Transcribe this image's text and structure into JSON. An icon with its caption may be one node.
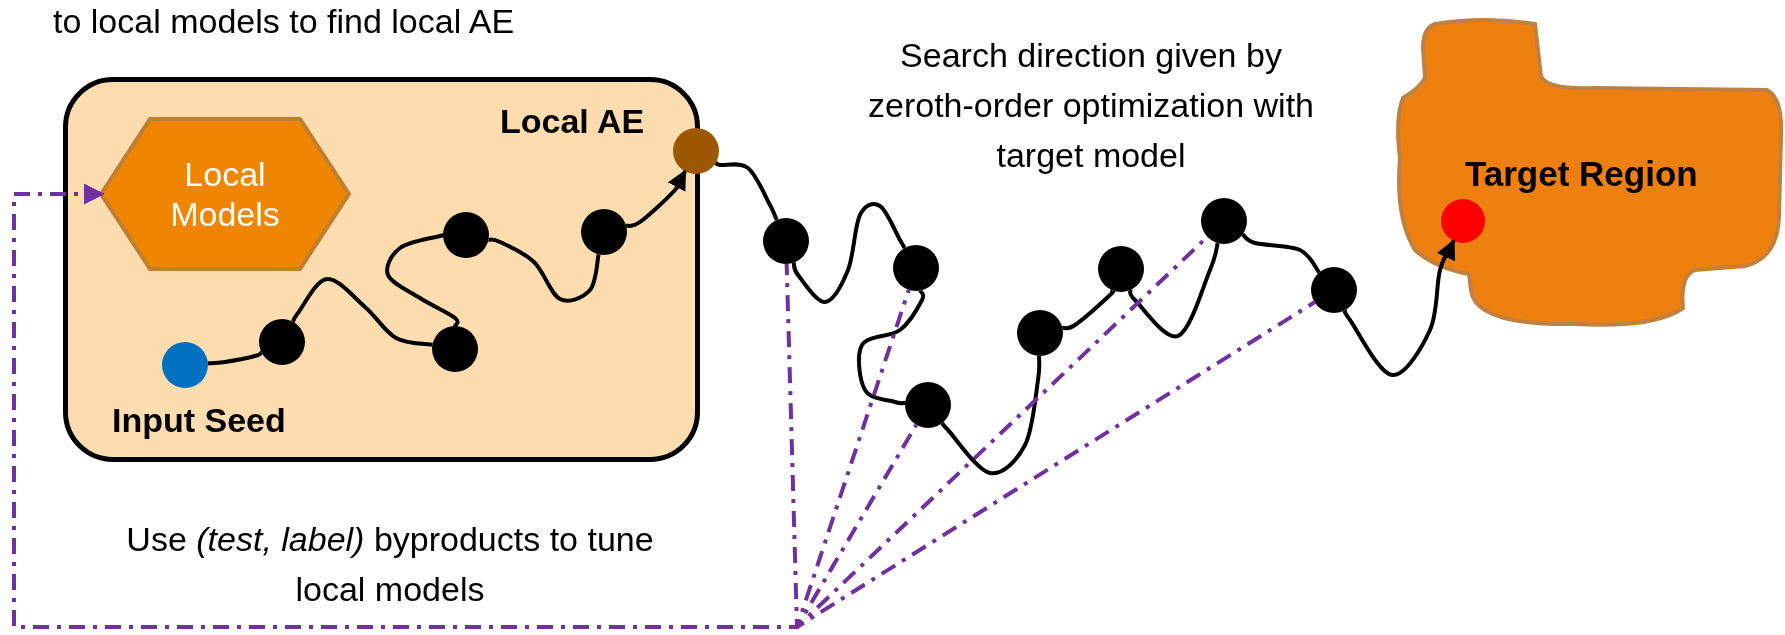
{
  "diagram": {
    "nodes": [
      {
        "text": [],
        "shape": "box"
      },
      {
        "text": [
          "Local Models"
        ],
        "in": 0
      },
      {
        "text": [],
        "shape": "circle",
        "in": 0,
        "beside": [
          "Input Seed"
        ]
      },
      {
        "text": [],
        "shape": "circle",
        "in": 0
      },
      {
        "text": [],
        "shape": "circle",
        "in": 0
      },
      {
        "text": [],
        "shape": "circle",
        "in": 0
      },
      {
        "text": [],
        "shape": "circle",
        "in": 0
      },
      {
        "text": [],
        "shape": "circle",
        "beside": [
          "Local AE"
        ]
      },
      {
        "text": [],
        "shape": "circle"
      },
      {
        "text": [],
        "shape": "circle"
      },
      {
        "text": [],
        "shape": "circle"
      },
      {
        "text": [],
        "shape": "circle"
      },
      {
        "text": [],
        "shape": "circle"
      },
      {
        "text": [],
        "shape": "circle"
      },
      {
        "text": [],
        "shape": "circle"
      },
      {
        "text": [
          "Target Region"
        ]
      },
      {
        "text": [],
        "shape": "circle",
        "in": 15
      }
    ],
    "edges": [
      {
        "from": 2,
        "to": 3,
        "arrow": "none"
      },
      {
        "from": 3,
        "to": 4,
        "arrow": "none"
      },
      {
        "from": 4,
        "to": 5,
        "arrow": "none"
      },
      {
        "from": 5,
        "to": 6,
        "arrow": "none"
      },
      {
        "from": 6,
        "to": 7,
        "arrow": "to"
      },
      {
        "from": 7,
        "to": 8,
        "arrow": "none"
      },
      {
        "from": 8,
        "to": 9,
        "arrow": "none"
      },
      {
        "from": 9,
        "to": 10,
        "arrow": "none"
      },
      {
        "from": 10,
        "to": 11,
        "arrow": "none"
      },
      {
        "from": 11,
        "to": 12,
        "arrow": "none"
      },
      {
        "from": 12,
        "to": 13,
        "arrow": "none"
      },
      {
        "from": 13,
        "to": 14,
        "arrow": "none"
      },
      {
        "from": 14,
        "to": 16,
        "arrow": "to"
      },
      {
        "from": 8,
        "to": 1,
        "arrow": "to",
        "style": "dashed",
        "color": "#7030a0"
      },
      {
        "from": 9,
        "to": 1,
        "arrow": "to",
        "style": "dashed",
        "color": "#7030a0"
      },
      {
        "from": 10,
        "to": 1,
        "arrow": "to",
        "style": "dashed",
        "color": "#7030a0"
      },
      {
        "from": 13,
        "to": 1,
        "arrow": "to",
        "style": "dashed",
        "color": "#7030a0"
      },
      {
        "from": 14,
        "to": 1,
        "arrow": "to",
        "style": "dashed",
        "color": "#7030a0"
      }
    ],
    "labels": [
      "to local models to find local AE",
      "Search direction given by zeroth-order optimization with target model",
      "Use *(test, label)* byproducts to tune local models"
    ]
  }
}
